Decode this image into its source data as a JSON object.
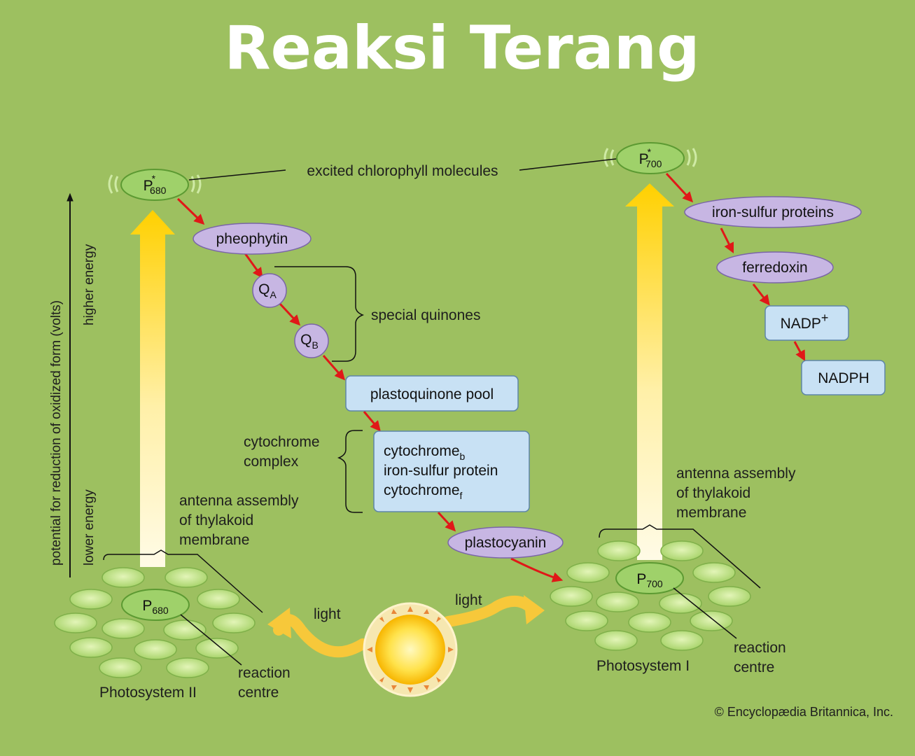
{
  "title": "Reaksi Terang",
  "colors": {
    "background": "#9dc060",
    "ellipse_fill": "#c7b6e3",
    "box_fill": "#c8e1f4",
    "arrow": "#e01818",
    "chlorophyll": "#b5dc7a",
    "energy_arrow": "#ffd21a"
  },
  "y_axis": {
    "label": "potential for reduction of oxidized form (volts)",
    "higher": "higher energy",
    "lower": "lower energy"
  },
  "ps2": {
    "excited": "P",
    "excited_sup": "*",
    "excited_sub": "680",
    "reaction": "P",
    "reaction_sub": "680",
    "name": "Photosystem II",
    "antenna_label": [
      "antenna assembly",
      "of thylakoid",
      "membrane"
    ],
    "reaction_label": [
      "reaction",
      "centre"
    ]
  },
  "ps1": {
    "excited": "P",
    "excited_sup": "*",
    "excited_sub": "700",
    "reaction": "P",
    "reaction_sub": "700",
    "name": "Photosystem I",
    "antenna_label": [
      "antenna assembly",
      "of thylakoid",
      "membrane"
    ],
    "reaction_label": [
      "reaction",
      "centre"
    ]
  },
  "excited_label": "excited chlorophyll molecules",
  "chain": {
    "pheophytin": "pheophytin",
    "qa": "Q",
    "qa_sub": "A",
    "qb": "Q",
    "qb_sub": "B",
    "special_quinones": "special quinones",
    "plastoquinone": "plastoquinone pool",
    "cyt_complex_label": [
      "cytochrome",
      "complex"
    ],
    "cyt_b": "cytochrome",
    "cyt_b_sub": "b",
    "iron_sulfur": "iron-sulfur protein",
    "cyt_f": "cytochrome",
    "cyt_f_sub": "f",
    "plastocyanin": "plastocyanin",
    "iron_sulfur_proteins": "iron-sulfur proteins",
    "ferredoxin": "ferredoxin",
    "nadp": "NADP",
    "nadp_sup": "+",
    "nadph": "NADPH"
  },
  "light_left": "light",
  "light_right": "light",
  "copyright": "© Encyclopædia Britannica, Inc."
}
